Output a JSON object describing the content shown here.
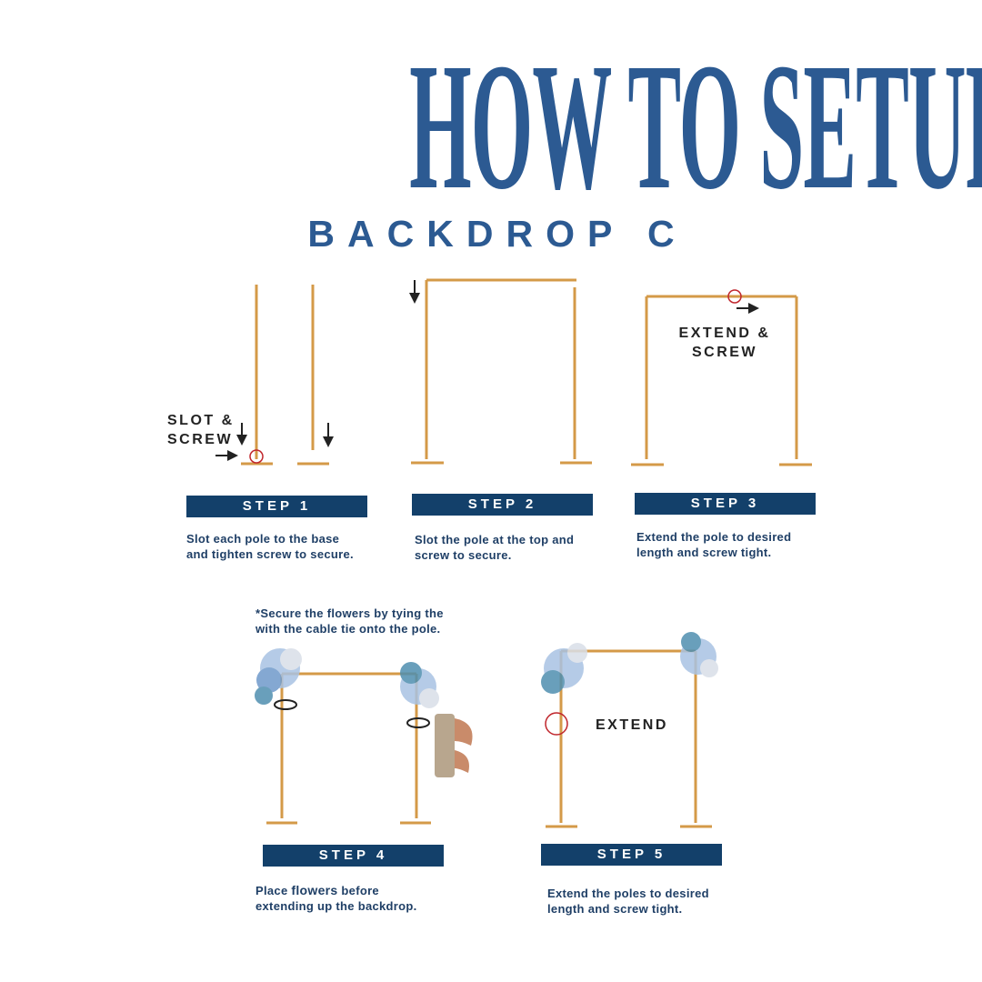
{
  "title": "HOW TO SETUP?",
  "subtitle": "BACKDROP C",
  "colors": {
    "title": "#2c5a92",
    "step_bar": "#13406a",
    "pole": "#d49a48",
    "marker": "#c0262c"
  },
  "steps": [
    {
      "label": "STEP 1",
      "desc_line1": "Slot each pole to the base",
      "desc_line2": "and tighten screw to secure.",
      "callout_line1": "SLOT &",
      "callout_line2": "SCREW"
    },
    {
      "label": "STEP 2",
      "desc_line1": "Slot the pole at the top and",
      "desc_line2": "screw to secure."
    },
    {
      "label": "STEP 3",
      "desc_line1": "Extend the pole to desired",
      "desc_line2": "length and screw tight.",
      "callout_line1": "EXTEND &",
      "callout_line2": "SCREW"
    },
    {
      "label": "STEP 4",
      "desc_pre": "Place ",
      "desc_bold": "flowers",
      "desc_post": " before",
      "desc_line2": "extending up the backdrop.",
      "note_line1": "*Secure the flowers by tying the",
      "note_line2": "with the cable tie onto the pole."
    },
    {
      "label": "STEP 5",
      "desc_line1": "Extend the poles to desired",
      "desc_line2": "length and screw tight.",
      "callout": "EXTEND"
    }
  ]
}
